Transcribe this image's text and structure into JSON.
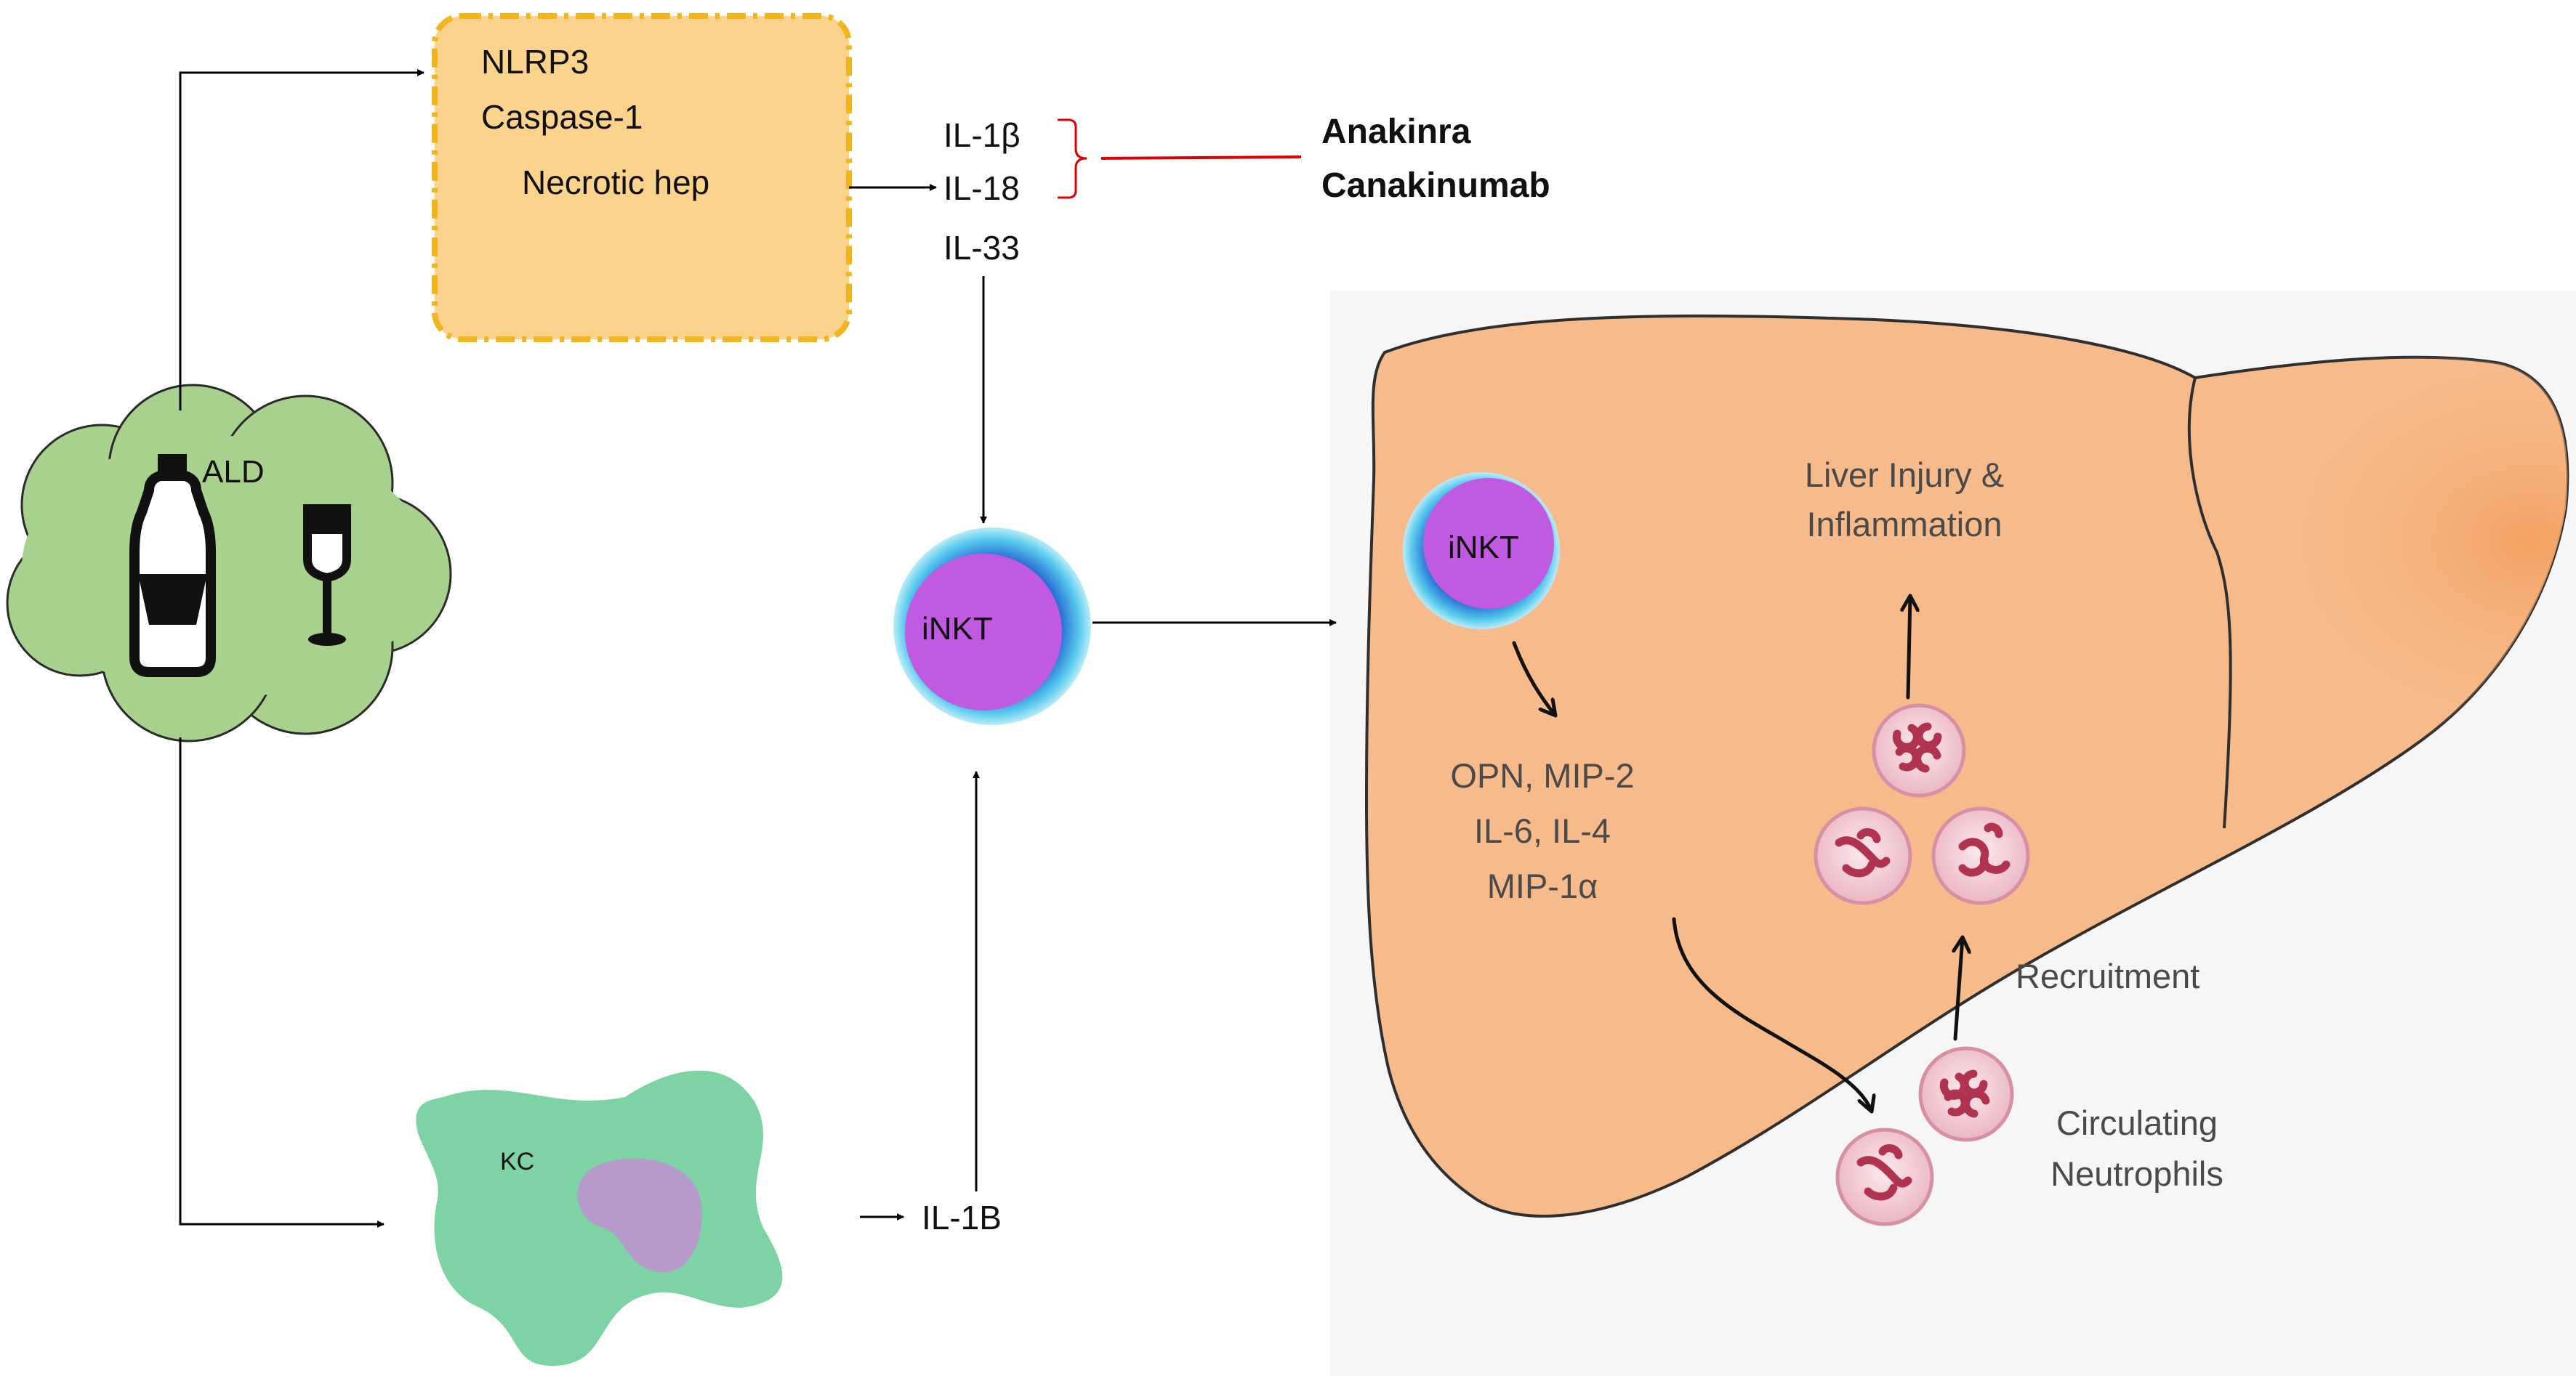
{
  "inflammasome_box": {
    "line1": "NLRP3",
    "line2": "Caspase-1",
    "line3": "Necrotic hep"
  },
  "cytokines": [
    "IL-1β",
    "IL-18",
    "IL-33"
  ],
  "drugs": [
    "Anakinra",
    "Canakinumab"
  ],
  "ald_label": "ALD",
  "inkt_label": "iNKT",
  "kc_label": "KC",
  "il1b_label": "IL-1B",
  "liver": {
    "inkt_label": "iNKT",
    "mediators": [
      "OPN, MIP-2",
      "IL-6, IL-4",
      "MIP-1α"
    ],
    "injury": [
      "Liver Injury &",
      "Inflammation"
    ],
    "recruitment": "Recruitment",
    "circulating": [
      "Circulating",
      "Neutrophils"
    ]
  },
  "colors": {
    "box_fill": "#fbd38c",
    "box_border": "#f2b51b",
    "cloud_fill": "#a9d18e",
    "inhibit_line": "#e00000",
    "liver_fill": "#f7bb8b",
    "inkt_core": "#c05ae0",
    "inkt_ring": "#4ec3e8",
    "kc_fill": "#7ed3a4",
    "kc_nucleus": "#b59acb",
    "neutrophil_fill": "#f4d3dc",
    "neutrophil_nucleus": "#b0334f"
  }
}
